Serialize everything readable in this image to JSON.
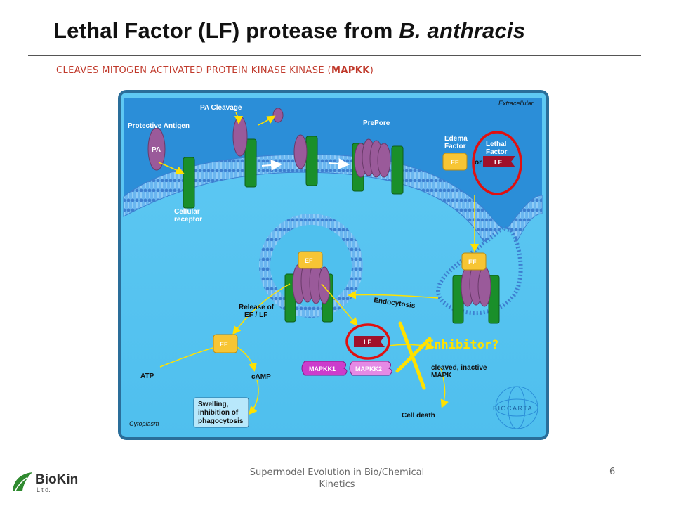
{
  "slide": {
    "title_main": "Lethal Factor (LF) protease from ",
    "title_italic": "B. anthracis",
    "subtitle_pre": "CLEAVES MITOGEN ACTIVATED PROTEIN KINASE KINASE (",
    "subtitle_bold": "MAPKK",
    "subtitle_post": ")",
    "footer_line1": "Supermodel Evolution in Bio/Chemical",
    "footer_line2": "Kinetics",
    "page_number": "6"
  },
  "logo": {
    "name": "BioKin",
    "sub": "L t d."
  },
  "diagram": {
    "extracellular": "Extracellular",
    "cytoplasm": "Cytoplasm",
    "protective_antigen": "Protective Antigen",
    "pa": "PA",
    "pa_cleavage": "PA Cleavage",
    "prepore": "PrePore",
    "edema_factor_1": "Edema",
    "edema_factor_2": "Factor",
    "lethal_factor_1": "Lethal",
    "lethal_factor_2": "Factor",
    "or": "or",
    "ef": "EF",
    "lf": "LF",
    "cellular_receptor_1": "Cellular",
    "cellular_receptor_2": "receptor",
    "endocytosis": "Endocytosis",
    "release_1": "Release of",
    "release_2": "EF / LF",
    "atp": "ATP",
    "camp": "cAMP",
    "swelling_1": "Swelling,",
    "swelling_2": "inhibition of",
    "swelling_3": "phagocytosis",
    "mapkk1": "MAPKK1",
    "mapkk2": "MAPKK2",
    "cleaved_1": "cleaved, inactive",
    "cleaved_2": "MAPK",
    "cell_death": "Cell death",
    "inhibitor": "Inhibitor?",
    "biocarta": "BIOCARTA"
  },
  "colors": {
    "cell_blue": "#5bc8f2",
    "extracellular_blue": "#2b8ed8",
    "receptor_green": "#1a8f2a",
    "pa_purple": "#9a5a9a",
    "ef_yellow": "#f7c534",
    "lf_red": "#a0102a",
    "highlight_red": "#e01010",
    "mapkk_magenta": "#cc3ccc",
    "inhibitor_yellow": "#ffe100"
  }
}
